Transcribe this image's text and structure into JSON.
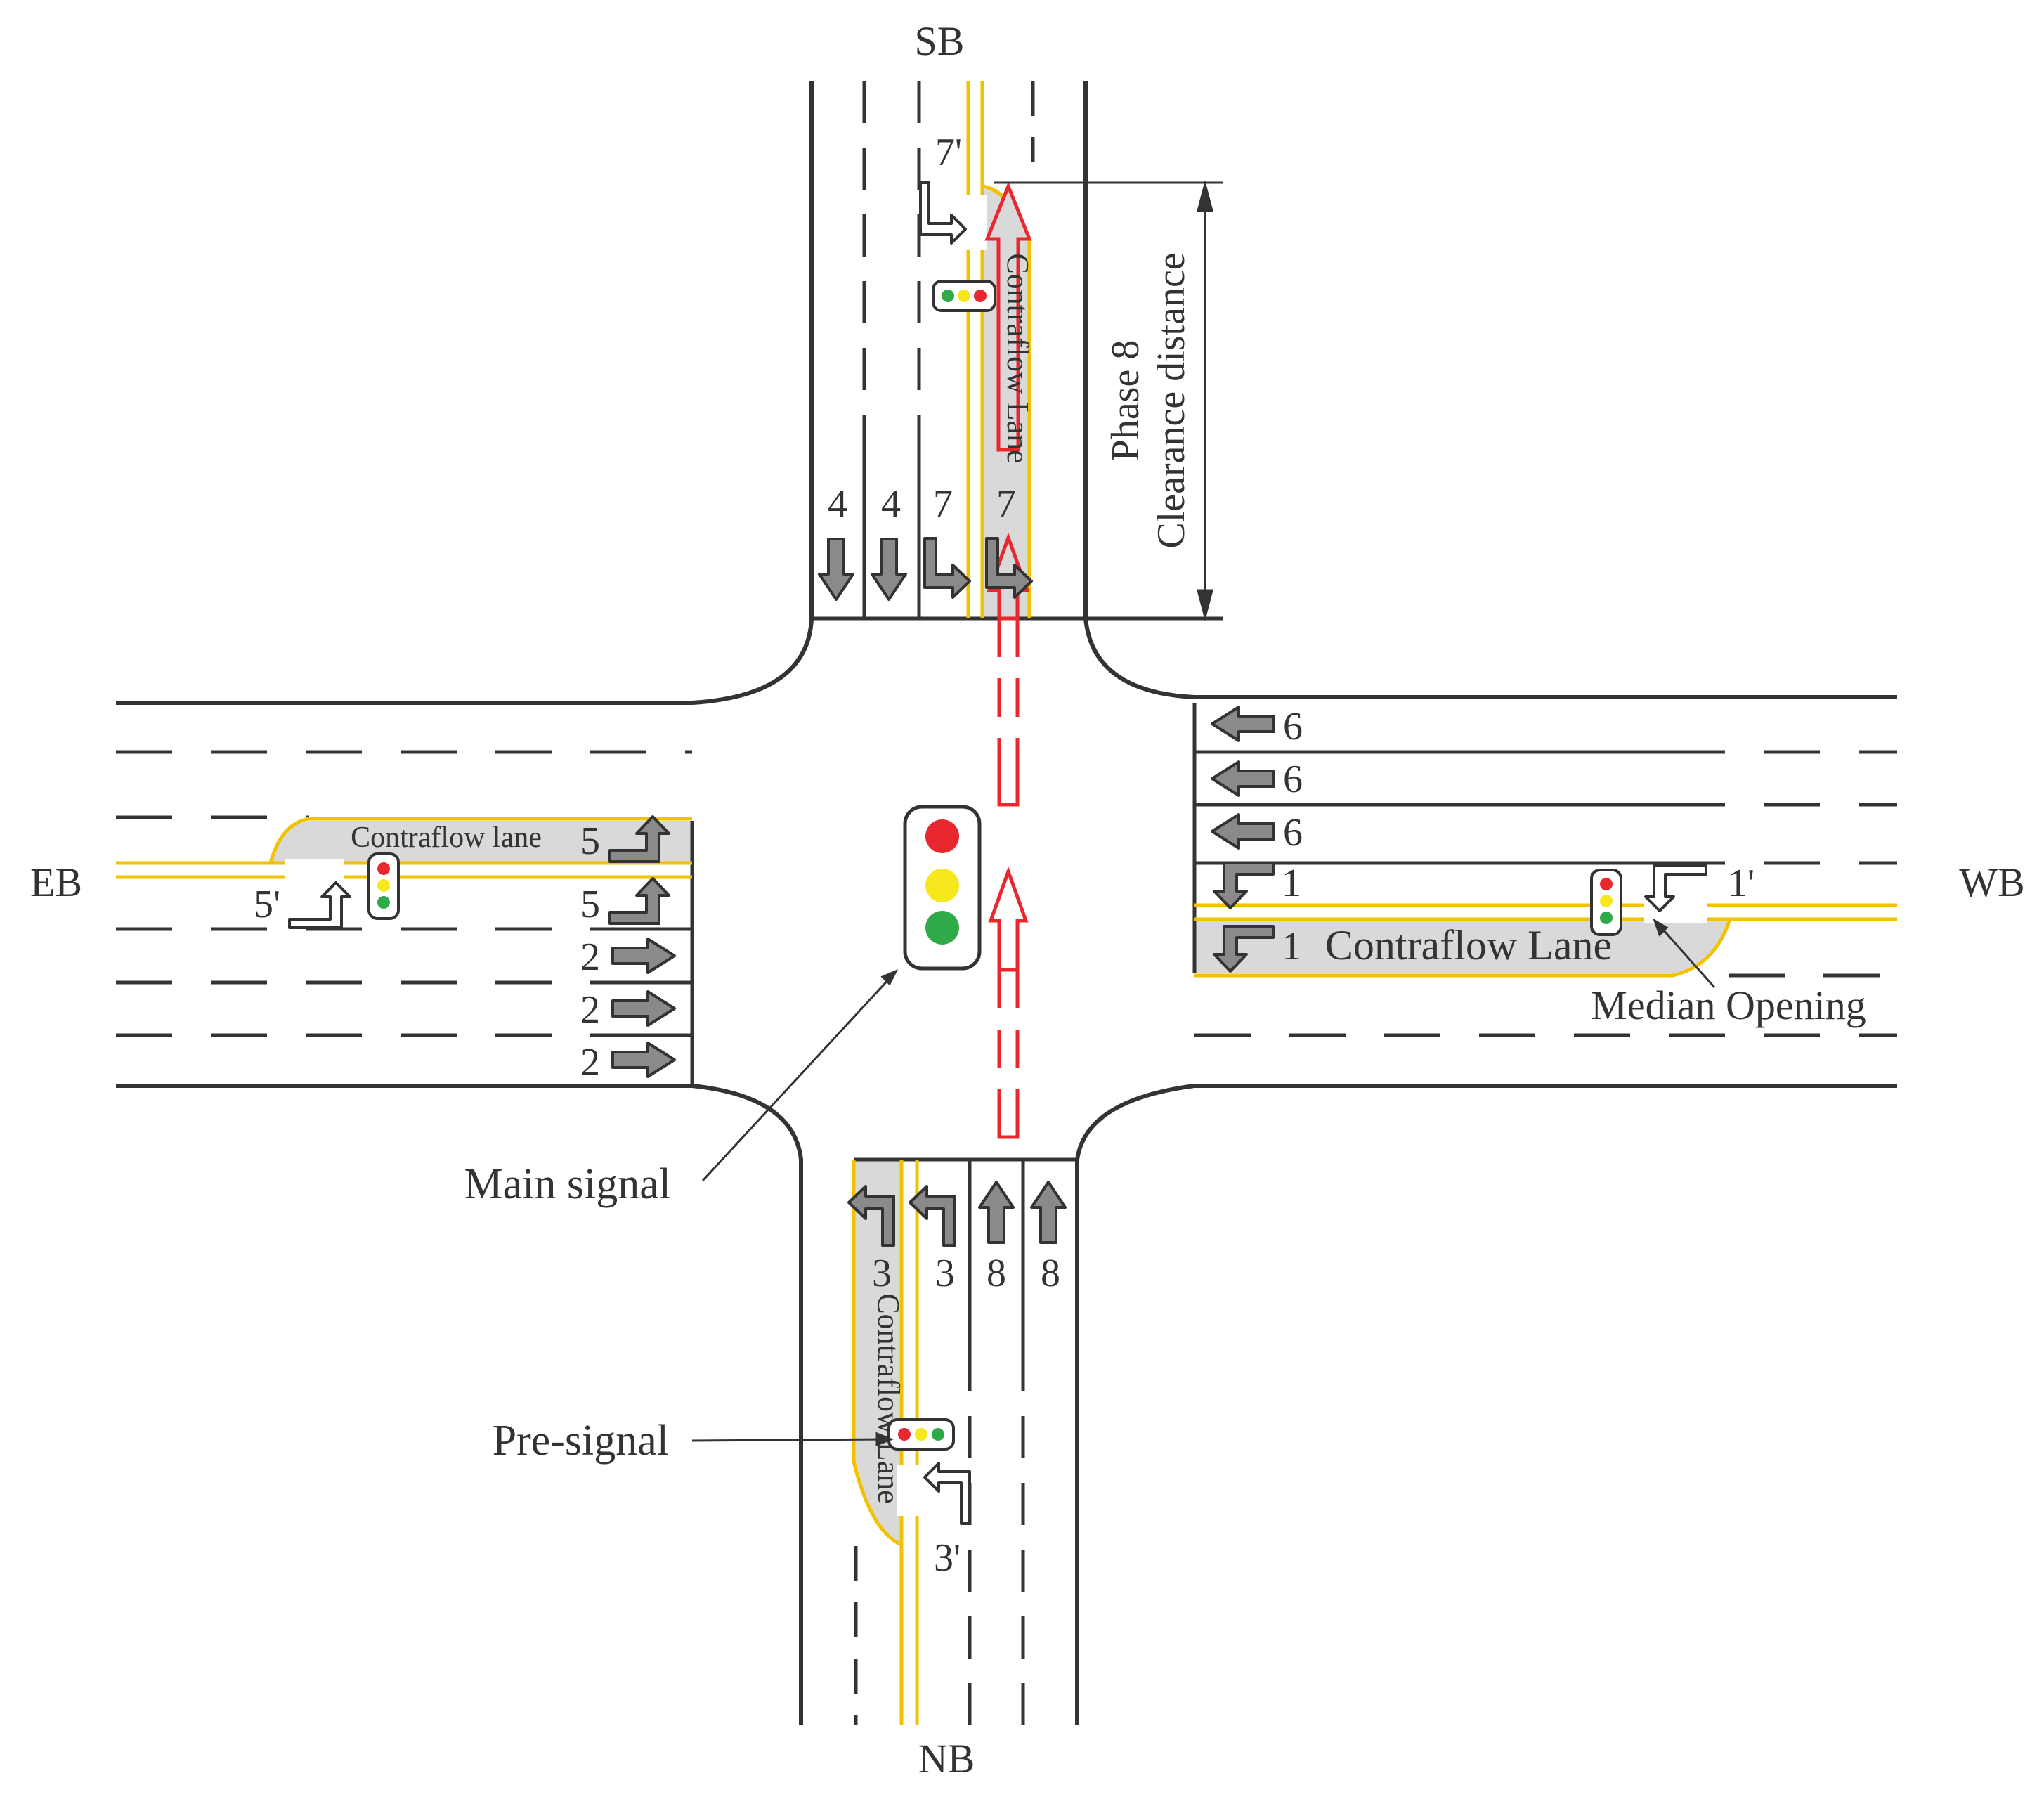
{
  "directions": {
    "sb": "SB",
    "nb": "NB",
    "eb": "EB",
    "wb": "WB"
  },
  "annotations": {
    "main_signal": "Main signal",
    "pre_signal": "Pre-signal",
    "median_opening": "Median Opening",
    "clearance_line1": "Phase 8",
    "clearance_line2": "Clearance distance"
  },
  "lane_labels": {
    "sb_contraflow": "Contraflow Lane",
    "nb_contraflow": "Contraflow Lane",
    "eb_contraflow": "Contraflow lane",
    "wb_contraflow": "Contraflow Lane"
  },
  "phases": {
    "sb": [
      "4",
      "4",
      "7",
      "7"
    ],
    "sb_pre": "7'",
    "nb": [
      "3",
      "3",
      "8",
      "8"
    ],
    "nb_pre": "3'",
    "eb": [
      "5",
      "5",
      "2",
      "2",
      "2"
    ],
    "eb_pre": "5'",
    "wb": [
      "6",
      "6",
      "6",
      "1",
      "1"
    ],
    "wb_pre": "1'"
  },
  "colors": {
    "road_edge": "#333333",
    "yellow_line": "#f2c200",
    "contraflow_fill": "#d9d9d9",
    "clearance_path": "#e8282e",
    "arrow_fill": "#8a8a8a",
    "signal_red": "#e8282e",
    "signal_yellow": "#f7e81e",
    "signal_green": "#2eab48"
  }
}
